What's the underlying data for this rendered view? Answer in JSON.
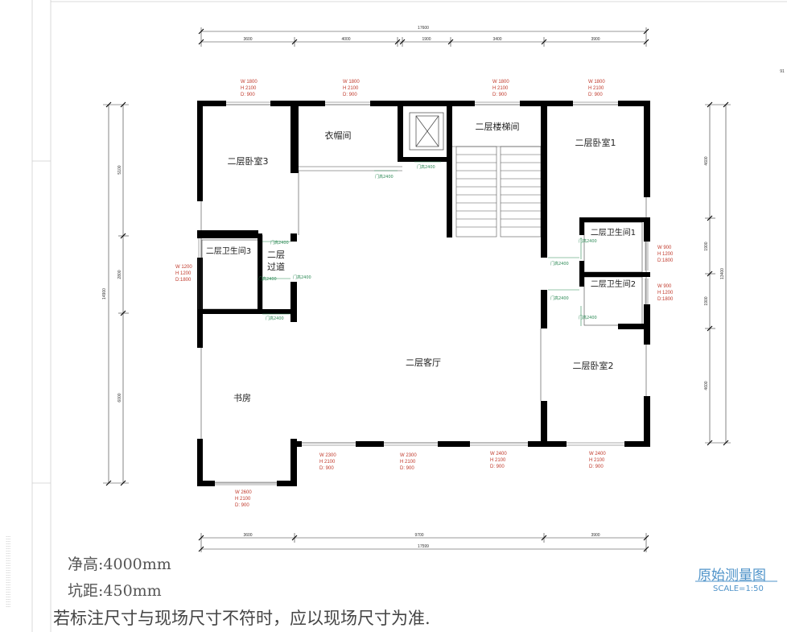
{
  "overall_dims": {
    "top_total": "17600",
    "top_segments": [
      "3600",
      "4000",
      "1900",
      "3400",
      "3900"
    ],
    "bottom_total": "17599",
    "bottom_segments": [
      "3600",
      "9700",
      "3900"
    ],
    "left_total": "14900",
    "left_segments": [
      "5100",
      "2800",
      "6000"
    ],
    "right_total": "13400",
    "right_segments": [
      "4600",
      "1900",
      "1900",
      "4600"
    ],
    "corner_mark": "91"
  },
  "rooms": {
    "bedroom3": "二层卧室3",
    "cloakroom": "衣帽间",
    "stairwell": "二层楼梯间",
    "bedroom1": "二层卧室1",
    "bathroom3": "二层卫生间3",
    "corridor_line1": "二层",
    "corridor_line2": "过道",
    "bathroom1": "二层卫生间1",
    "bathroom2": "二层卫生间2",
    "living": "二层客厅",
    "study": "书房",
    "bedroom2": "二层卧室2"
  },
  "windows": {
    "w_top_1": {
      "w": "W 1800",
      "h": "H 2100",
      "d": "D: 900"
    },
    "w_top_2": {
      "w": "W 1800",
      "h": "H 2100",
      "d": "D: 900"
    },
    "w_top_3": {
      "w": "W 1800",
      "h": "H 2100",
      "d": "D: 900"
    },
    "w_top_4": {
      "w": "W 1800",
      "h": "H 2100",
      "d": "D: 900"
    },
    "w_left_bath": {
      "w": "W 1200",
      "h": "H 1200",
      "d": "D:1800"
    },
    "w_right_bath1": {
      "w": "W 900",
      "h": "H 1200",
      "d": "D:1800"
    },
    "w_right_bath2": {
      "w": "W 900",
      "h": "H 1200",
      "d": "D:1800"
    },
    "w_bot_1": {
      "w": "W 2300",
      "h": "H 2100",
      "d": "D: 900"
    },
    "w_bot_2": {
      "w": "W 2300",
      "h": "H 2100",
      "d": "D: 900"
    },
    "w_bot_3": {
      "w": "W 2400",
      "h": "H 2100",
      "d": "D: 900"
    },
    "w_bot_4": {
      "w": "W 2400",
      "h": "H 2100",
      "d": "D: 900"
    },
    "w_study": {
      "w": "W 2600",
      "h": "H 2100",
      "d": "D: 900"
    }
  },
  "door_label": "门高2400",
  "notes": {
    "clear_height": "净高:4000mm",
    "pit_distance": "坑距:450mm",
    "disclaimer": "若标注尺寸与现场尺寸不符时，应以现场尺寸为准."
  },
  "stamp": {
    "title": "原始测量图",
    "scale": "SCALE=1:50"
  },
  "colors": {
    "wall": "#000000",
    "dimension_line": "#333333",
    "window_text": "#c0392b",
    "door_text": "#2e8b57",
    "stamp": "#4f93c9"
  }
}
